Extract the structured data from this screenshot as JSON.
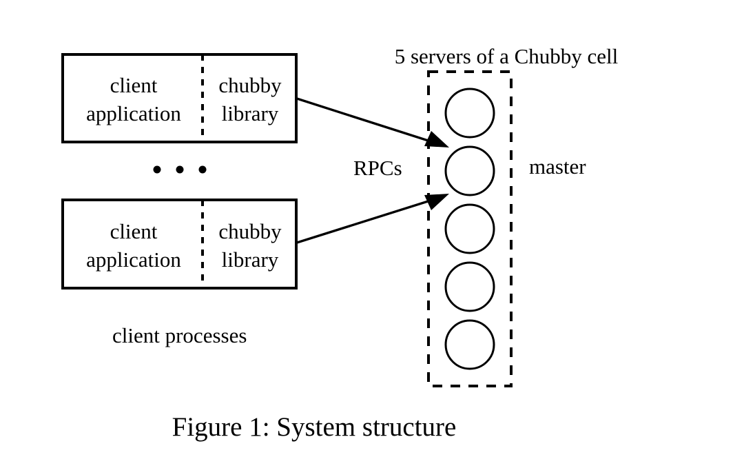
{
  "figure": {
    "caption": "Figure 1: System structure",
    "background_color": "#ffffff",
    "line_color": "#000000"
  },
  "client_processes": {
    "group_label": "client processes",
    "ellipsis": "• • •",
    "boxes": [
      {
        "left_line1": "client",
        "left_line2": "application",
        "right_line1": "chubby",
        "right_line2": "library"
      },
      {
        "left_line1": "client",
        "left_line2": "application",
        "right_line1": "chubby",
        "right_line2": "library"
      }
    ]
  },
  "chubby_cell": {
    "title": "5 servers of a Chubby cell",
    "server_count": 5,
    "master_label": "master",
    "master_index": 2
  },
  "connections": {
    "label": "RPCs",
    "arrow_count": 2
  }
}
